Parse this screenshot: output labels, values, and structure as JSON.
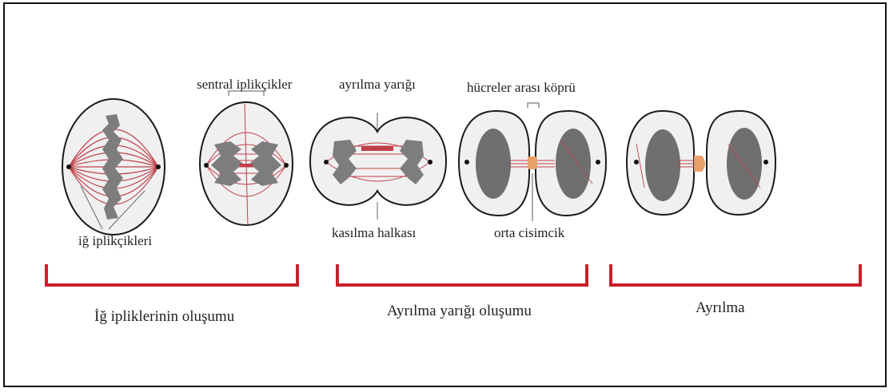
{
  "labels": {
    "spindle_fibers": "iğ iplikçikleri",
    "central_fibers": "sentral iplikçikler",
    "cleavage_furrow": "ayrılma yarığı",
    "contractile_ring": "kasılma halkası",
    "intercellular_bridge": "hücreler arası köprü",
    "midbody": "orta cisimcik"
  },
  "phases": [
    {
      "label": "İğ ipliklerinin oluşumu"
    },
    {
      "label": "Ayrılma yarığı oluşumu"
    },
    {
      "label": "Ayrılma"
    }
  ],
  "colors": {
    "fiber": "#c0404a",
    "chromosome": "#7d7d7d",
    "nucleus": "#6f6f6f",
    "cytoplasm": "#f0f0f0",
    "bracket": "#c8202c",
    "midbody": "#e8a06a"
  }
}
